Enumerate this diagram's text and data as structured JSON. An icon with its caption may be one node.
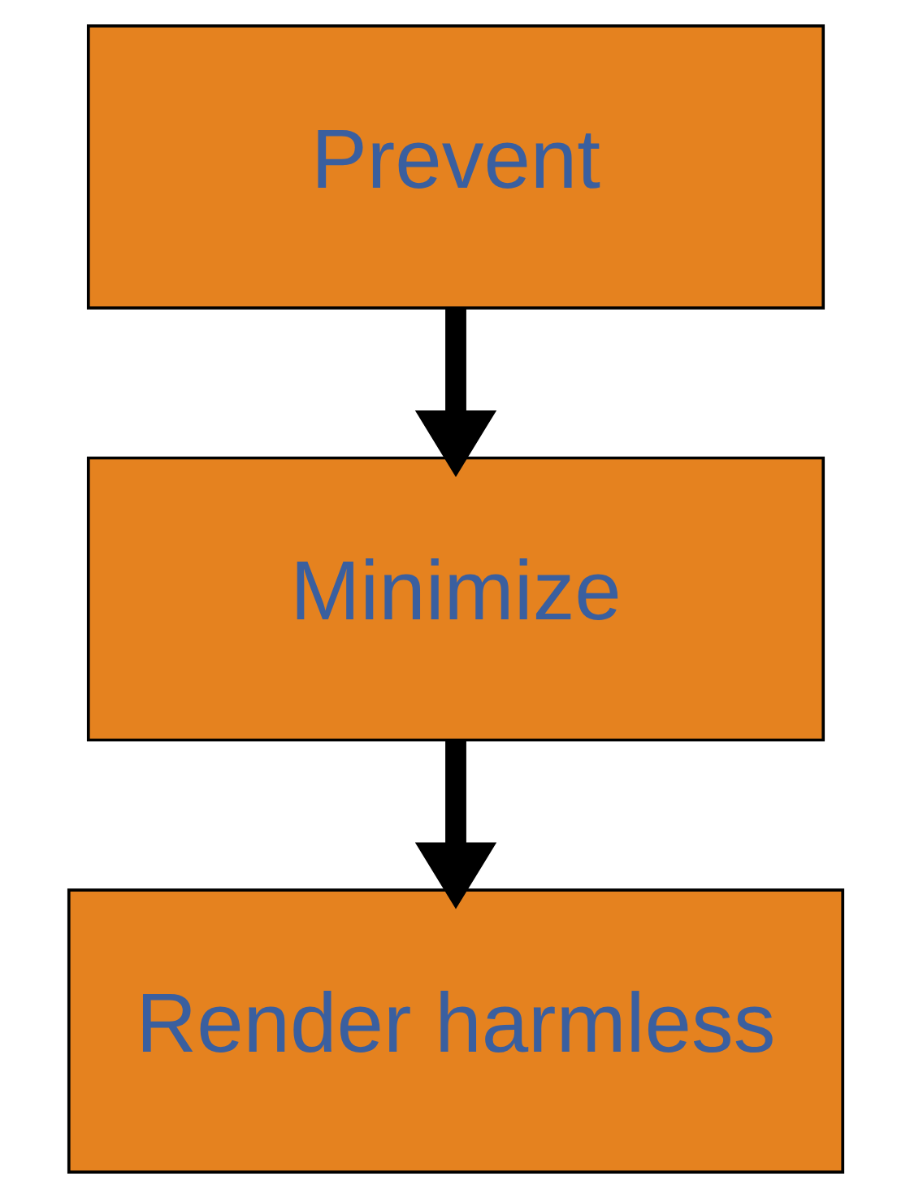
{
  "diagram": {
    "nodes": [
      {
        "text": [
          "Prevent"
        ]
      },
      {
        "text": [
          "Minimize"
        ]
      },
      {
        "text": [
          "Render harmless"
        ]
      }
    ],
    "edges": [
      {
        "from": 0,
        "to": 1,
        "arrow": "to"
      },
      {
        "from": 1,
        "to": 2,
        "arrow": "to"
      }
    ]
  }
}
